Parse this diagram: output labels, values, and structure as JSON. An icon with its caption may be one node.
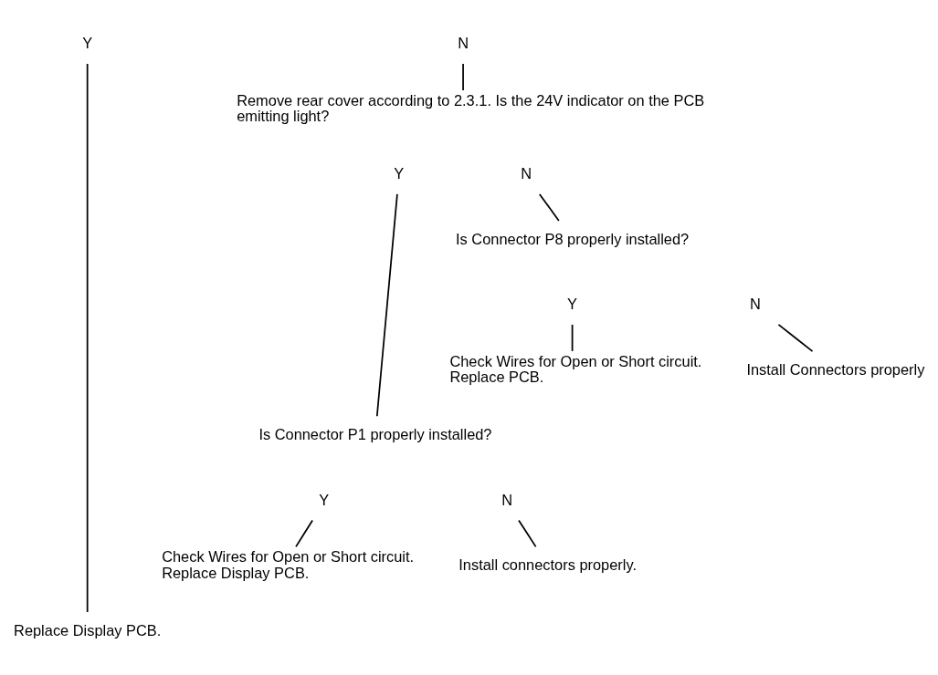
{
  "diagram": {
    "nodes": [
      {
        "text": [
          "Y"
        ]
      },
      {
        "text": [
          "N"
        ]
      },
      {
        "text": [
          "Remove rear cover according to 2.3.1. Is the 24V indicator on the PCB emitting light?"
        ]
      },
      {
        "text": [
          "Y"
        ]
      },
      {
        "text": [
          "N"
        ]
      },
      {
        "text": [
          "Is Connector P8 properly installed?"
        ]
      },
      {
        "text": [
          "Y"
        ]
      },
      {
        "text": [
          "N"
        ]
      },
      {
        "text": [
          "Install Connectors properly"
        ]
      },
      {
        "text": [
          "Check Wires for Open or Short circuit. Replace PCB."
        ]
      },
      {
        "text": [
          "Is Connector P1 properly installed?"
        ]
      },
      {
        "text": [
          "Y"
        ]
      },
      {
        "text": [
          "N"
        ]
      },
      {
        "text": [
          "Install connectors properly."
        ]
      },
      {
        "text": [
          "Check Wires for Open or Short circuit. Replace Display PCB."
        ]
      },
      {
        "text": [
          "Replace Display PCB."
        ]
      }
    ],
    "edges": [
      {
        "from": 0,
        "to": 15,
        "arrow": "none"
      },
      {
        "from": 1,
        "to": 2,
        "arrow": "none"
      },
      {
        "from": 3,
        "to": 10,
        "arrow": "none"
      },
      {
        "from": 4,
        "to": 5,
        "arrow": "none"
      },
      {
        "from": 6,
        "to": 9,
        "arrow": "none"
      },
      {
        "from": 7,
        "to": 8,
        "arrow": "none"
      },
      {
        "from": 11,
        "to": 14,
        "arrow": "none"
      },
      {
        "from": 12,
        "to": 13,
        "arrow": "none"
      }
    ]
  }
}
